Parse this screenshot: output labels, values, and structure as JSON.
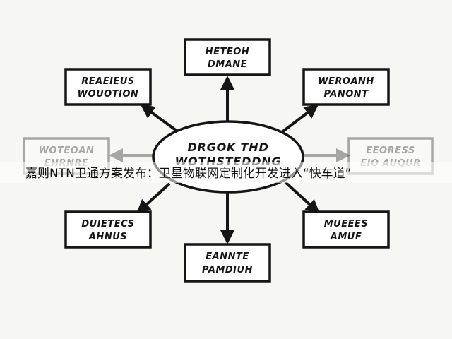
{
  "colors": {
    "background": "#f6f6f2",
    "ink": "#151515",
    "box_fill": "#ffffff",
    "center_fill": "#ffffff",
    "overlay_text": "#111111"
  },
  "diagram": {
    "center": {
      "line1": "DRGOK THD",
      "line2": "WOTHSTEDDNG"
    },
    "nodes": [
      {
        "id": "top",
        "line1": "HETEOH",
        "line2": "DMANE",
        "faded": false
      },
      {
        "id": "top-left",
        "line1": "REAEIEUS",
        "line2": "WOUOTION",
        "faded": false
      },
      {
        "id": "top-right",
        "line1": "WEROANH",
        "line2": "PANONT",
        "faded": false
      },
      {
        "id": "left",
        "line1": "WOTEOAN",
        "line2": "EHRNRE",
        "faded": true
      },
      {
        "id": "right",
        "line1": "EEORESS",
        "line2": "EIO AUQUR",
        "faded": true
      },
      {
        "id": "bottom-left",
        "line1": "DUIETECS",
        "line2": "AHNUS",
        "faded": false
      },
      {
        "id": "bottom-right",
        "line1": "MUEEES",
        "line2": "AMUF",
        "faded": false
      },
      {
        "id": "bottom",
        "line1": "EANNTE",
        "line2": "PAMDIUH",
        "faded": false
      }
    ]
  },
  "overlay": {
    "caption": "嘉则NTN卫通方案发布：卫星物联网定制化开发进入“快车道”"
  }
}
